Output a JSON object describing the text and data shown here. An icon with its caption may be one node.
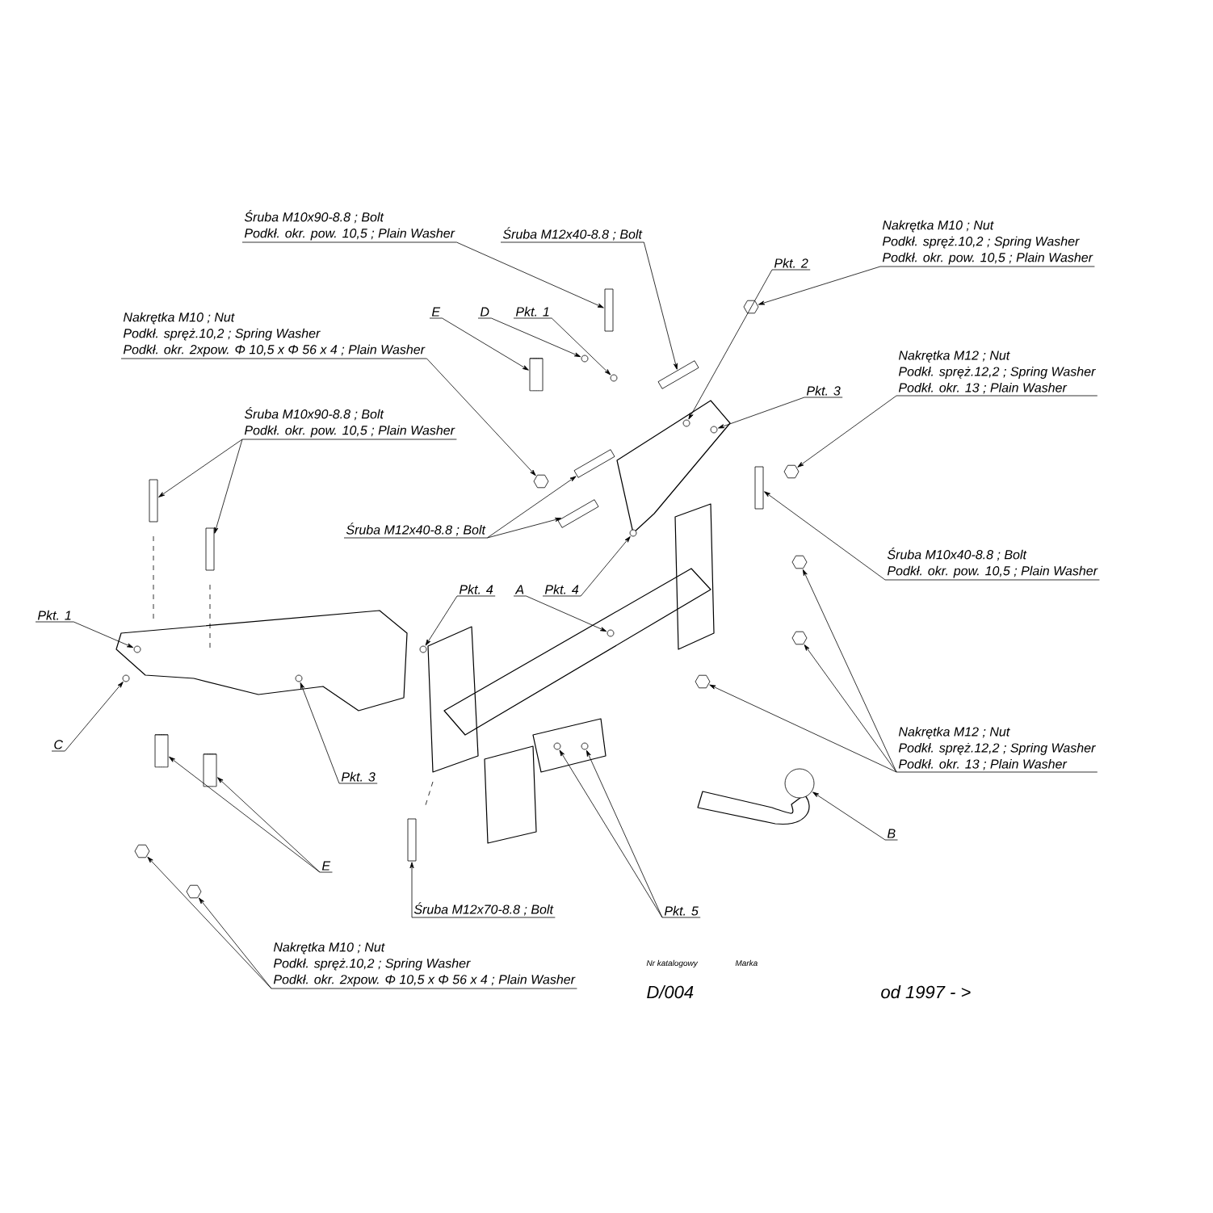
{
  "diagram": {
    "nodes": [
      {
        "text": [
          "Śruba M10x90-8.8 ;  Bolt",
          "Podkł. okr. pow. 10,5 ; Plain Washer"
        ]
      },
      {
        "text": [
          "Śruba M12x40-8.8 ;  Bolt"
        ]
      },
      {
        "text": [
          "Pkt. 2"
        ]
      },
      {
        "text": [
          "Nakrętka  M10 ; Nut",
          "Podkł. spręż.10,2 ; Spring Washer",
          "Podkł. okr. pow. 10,5 ; Plain Washer"
        ]
      },
      {
        "text": [
          "E"
        ]
      },
      {
        "text": [
          "D"
        ]
      },
      {
        "text": [
          "Pkt. 1"
        ]
      },
      {
        "text": [
          "Nakrętka  M10 ; Nut",
          "Podkł. spręż.10,2 ; Spring Washer",
          "Podkł. okr. 2xpow. Φ 10,5 x Φ 56 x 4 ; Plain Washer"
        ]
      },
      {
        "text": [
          "Nakrętka  M12 ; Nut",
          "Podkł. spręż.12,2 ; Spring Washer",
          "Podkł. okr. 13 ; Plain Washer"
        ]
      },
      {
        "text": [
          "Pkt. 3"
        ]
      },
      {
        "text": [
          "Śruba M10x90-8.8 ;  Bolt",
          "Podkł. okr. pow. 10,5 ; Plain Washer"
        ]
      },
      {
        "text": [
          "Śruba M12x40-8.8 ;  Bolt"
        ]
      },
      {
        "text": [
          "Śruba M10x40-8.8 ;  Bolt",
          "Podkł. okr. pow. 10,5 ; Plain Washer"
        ]
      },
      {
        "text": [
          "Pkt. 4"
        ]
      },
      {
        "text": [
          "A"
        ]
      },
      {
        "text": [
          "Pkt. 4"
        ]
      },
      {
        "text": [
          "Pkt. 1"
        ]
      },
      {
        "text": [
          "C"
        ]
      },
      {
        "text": [
          "Pkt. 3"
        ]
      },
      {
        "text": [
          "Nakrętka  M12 ; Nut",
          "Podkł. spręż.12,2 ; Spring Washer",
          "Podkł. okr. 13 ; Plain Washer"
        ]
      },
      {
        "text": [
          "B"
        ]
      },
      {
        "text": [
          "E"
        ]
      },
      {
        "text": [
          "Śruba M12x70-8.8 ;  Bolt"
        ]
      },
      {
        "text": [
          "Pkt. 5"
        ]
      },
      {
        "text": [
          "Nakrętka  M10 ; Nut",
          "Podkł. spręż.10,2 ; Spring Washer",
          "Podkł. okr. 2xpow. Φ 10,5 x Φ 56 x 4 ; Plain Washer"
        ]
      },
      {
        "text": [],
        "shape": "bar"
      },
      {
        "text": [],
        "shape": "bar"
      },
      {
        "text": [],
        "shape": "circle"
      },
      {
        "text": [],
        "shape": "circle"
      },
      {
        "text": [],
        "shape": "cylinder"
      },
      {
        "text": [],
        "shape": "circle"
      },
      {
        "text": [],
        "shape": "circle"
      },
      {
        "text": [],
        "shape": "circle"
      },
      {
        "text": [],
        "shape": "circle"
      },
      {
        "text": [],
        "shape": "circle"
      },
      {
        "text": [],
        "shape": "bar"
      },
      {
        "text": [],
        "shape": "bar"
      },
      {
        "text": [],
        "shape": "bar"
      },
      {
        "text": [],
        "shape": "bar"
      },
      {
        "text": [],
        "shape": "bar"
      },
      {
        "text": [],
        "shape": "circle"
      },
      {
        "text": [],
        "shape": "circle"
      },
      {
        "text": [],
        "shape": "circle"
      },
      {
        "text": [],
        "shape": "circle"
      },
      {
        "text": [],
        "shape": "circle"
      },
      {
        "text": [],
        "shape": "circle"
      },
      {
        "text": [],
        "shape": "circle"
      },
      {
        "text": [],
        "shape": "circle"
      },
      {
        "text": [],
        "shape": "circle"
      },
      {
        "text": [],
        "shape": "circle"
      },
      {
        "text": [],
        "shape": "cylinder"
      },
      {
        "text": [],
        "shape": "cylinder"
      },
      {
        "text": [],
        "shape": "bar"
      },
      {
        "text": [],
        "shape": "circle"
      },
      {
        "text": [],
        "shape": "circle"
      },
      {
        "text": [],
        "shape": "circle"
      },
      {
        "text": [],
        "shape": "circle"
      }
    ],
    "edges": [
      {
        "from": 0,
        "to": 25,
        "arrow": "to"
      },
      {
        "from": 1,
        "to": 26,
        "arrow": "to"
      },
      {
        "from": 2,
        "to": 27,
        "arrow": "to"
      },
      {
        "from": 3,
        "to": 28,
        "arrow": "to"
      },
      {
        "from": 4,
        "to": 29,
        "arrow": "to"
      },
      {
        "from": 5,
        "to": 30,
        "arrow": "to"
      },
      {
        "from": 6,
        "to": 31,
        "arrow": "to"
      },
      {
        "from": 7,
        "to": 32,
        "arrow": "to"
      },
      {
        "from": 8,
        "to": 33,
        "arrow": "to"
      },
      {
        "from": 9,
        "to": 34,
        "arrow": "to"
      },
      {
        "from": 10,
        "to": 35,
        "arrow": "to"
      },
      {
        "from": 10,
        "to": 36,
        "arrow": "to"
      },
      {
        "from": 11,
        "to": 37,
        "arrow": "to"
      },
      {
        "from": 11,
        "to": 38,
        "arrow": "to"
      },
      {
        "from": 12,
        "to": 39,
        "arrow": "to"
      },
      {
        "from": 13,
        "to": 40,
        "arrow": "to"
      },
      {
        "from": 14,
        "to": 41,
        "arrow": "to"
      },
      {
        "from": 15,
        "to": 42,
        "arrow": "to"
      },
      {
        "from": 16,
        "to": 43,
        "arrow": "to"
      },
      {
        "from": 17,
        "to": 44,
        "arrow": "to"
      },
      {
        "from": 18,
        "to": 45,
        "arrow": "to"
      },
      {
        "from": 19,
        "to": 46,
        "arrow": "to"
      },
      {
        "from": 19,
        "to": 47,
        "arrow": "to"
      },
      {
        "from": 19,
        "to": 48,
        "arrow": "to"
      },
      {
        "from": 20,
        "to": 49,
        "arrow": "to"
      },
      {
        "from": 21,
        "to": 50,
        "arrow": "to"
      },
      {
        "from": 21,
        "to": 51,
        "arrow": "to"
      },
      {
        "from": 22,
        "to": 52,
        "arrow": "to"
      },
      {
        "from": 23,
        "to": 53,
        "arrow": "to"
      },
      {
        "from": 23,
        "to": 54,
        "arrow": "to"
      },
      {
        "from": 24,
        "to": 55,
        "arrow": "to"
      },
      {
        "from": 24,
        "to": 56,
        "arrow": "to"
      }
    ],
    "labels": [
      "Nr katalogowy",
      "Marka",
      "D/004",
      "od 1997 - >"
    ]
  }
}
